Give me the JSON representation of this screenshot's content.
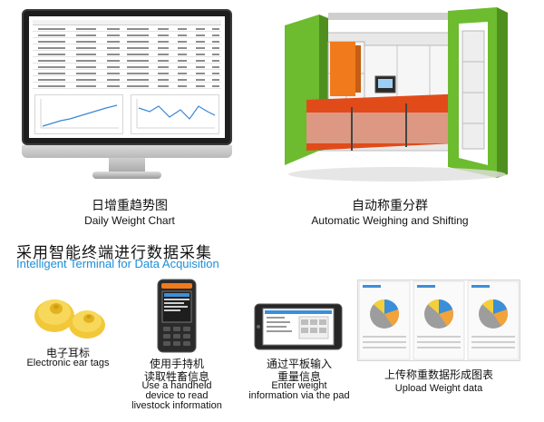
{
  "top": {
    "daily_chart": {
      "cn": "日增重趋势图",
      "en": "Daily Weight Chart"
    },
    "auto_weigh": {
      "cn": "自动称重分群",
      "en": "Automatic Weighing and Shifting"
    }
  },
  "heading": {
    "cn": "采用智能终端进行数据采集",
    "en": "Intelligent Terminal for Data Acquisition"
  },
  "items": [
    {
      "cn": "电子耳标",
      "en": "Electronic ear tags"
    },
    {
      "cn_1": "使用手持机",
      "cn_2": "读取牲畜信息",
      "en_1": "Use a handheld",
      "en_2": "device to read",
      "en_3": "livestock information"
    },
    {
      "cn_1": "通过平板输入",
      "cn_2": "重量信息",
      "en_1": "Enter weight",
      "en_2": "information via the pad"
    },
    {
      "cn": "上传称重数据形成图表",
      "en": "Upload Weight data"
    }
  ],
  "colors": {
    "accent_blue": "#1a8fd6",
    "machine_green": "#6dbb2f",
    "machine_orange": "#f07a1c"
  }
}
